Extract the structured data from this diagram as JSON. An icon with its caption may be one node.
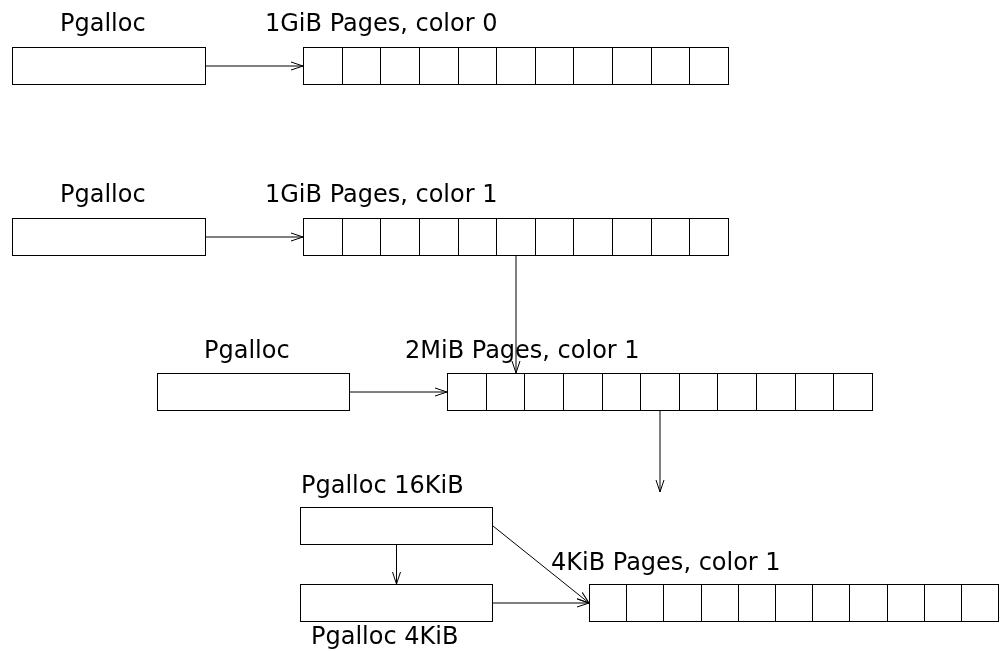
{
  "diagram": {
    "nodes": [
      {
        "text": [
          "Pgalloc"
        ]
      },
      {
        "text": [
          "1GiB Pages, color 0"
        ]
      },
      {
        "text": [
          "Pgalloc"
        ]
      },
      {
        "text": [
          "1GiB Pages, color 1"
        ]
      },
      {
        "text": [
          "Pgalloc"
        ]
      },
      {
        "text": [
          "2MiB Pages, color 1"
        ]
      },
      {
        "text": [
          "Pgalloc 16KiB"
        ]
      },
      {
        "text": [
          "Pgalloc 4KiB"
        ]
      },
      {
        "text": [
          "4KiB Pages, color 1"
        ]
      }
    ],
    "edges": [
      {
        "from": 0,
        "to": 1,
        "arrow": "to"
      },
      {
        "from": 2,
        "to": 3,
        "arrow": "to"
      },
      {
        "from": 3,
        "to": 5,
        "arrow": "to"
      },
      {
        "from": 4,
        "to": 5,
        "arrow": "to"
      },
      {
        "from": 5,
        "to": null,
        "arrow": "to"
      },
      {
        "from": 6,
        "to": 7,
        "arrow": "to"
      },
      {
        "from": 6,
        "to": 8,
        "arrow": "to"
      },
      {
        "from": 7,
        "to": 8,
        "arrow": "to"
      }
    ]
  }
}
